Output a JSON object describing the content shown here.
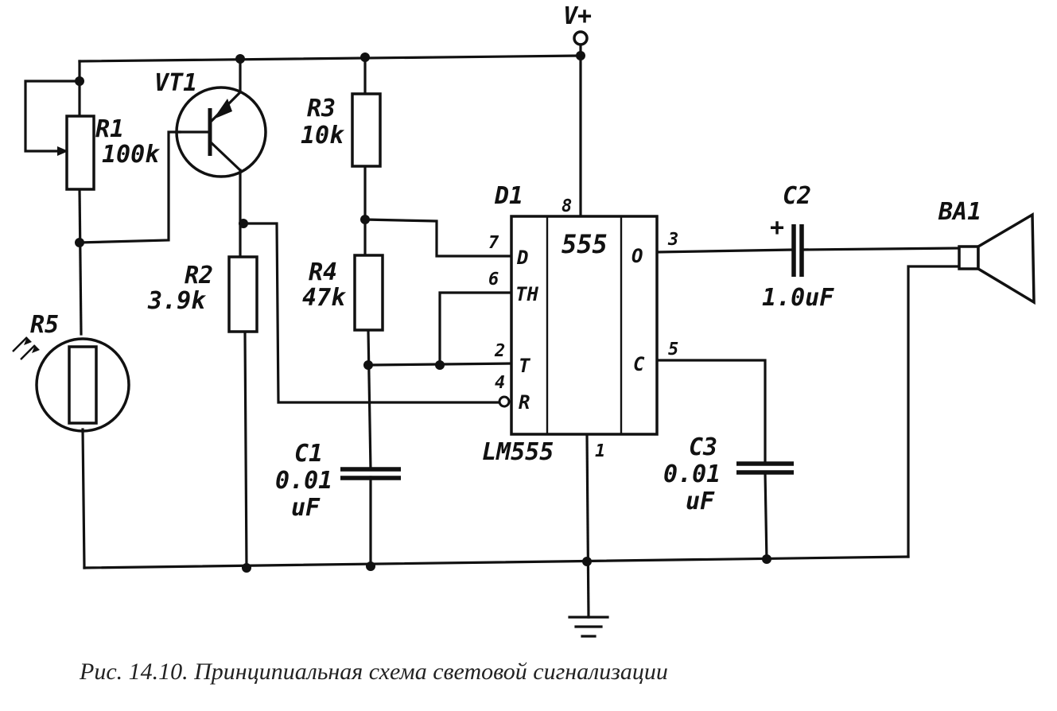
{
  "supply": {
    "label": "V+"
  },
  "components": {
    "r1": {
      "ref": "R1",
      "value": "100k"
    },
    "r2": {
      "ref": "R2",
      "value": "3.9k"
    },
    "r3": {
      "ref": "R3",
      "value": "10k"
    },
    "r4": {
      "ref": "R4",
      "value": "47k"
    },
    "r5": {
      "ref": "R5"
    },
    "vt1": {
      "ref": "VT1"
    },
    "c1": {
      "ref": "C1",
      "value_line1": "0.01",
      "value_line2": "uF"
    },
    "c2": {
      "ref": "C2",
      "value": "1.0uF",
      "polarity": "+"
    },
    "c3": {
      "ref": "C3",
      "value_line1": "0.01",
      "value_line2": "uF"
    },
    "ba1": {
      "ref": "BA1"
    },
    "d1": {
      "ref": "D1",
      "part": "LM555",
      "chip_label": "555",
      "pins": [
        {
          "number": "8",
          "name": ""
        },
        {
          "number": "7",
          "name": "D"
        },
        {
          "number": "6",
          "name": "TH"
        },
        {
          "number": "2",
          "name": "T"
        },
        {
          "number": "4",
          "name": "R"
        },
        {
          "number": "1",
          "name": ""
        },
        {
          "number": "3",
          "name": "O"
        },
        {
          "number": "5",
          "name": "C"
        }
      ]
    }
  },
  "caption": "Рис. 14.10. Принципиальная схема световой сигнализации"
}
